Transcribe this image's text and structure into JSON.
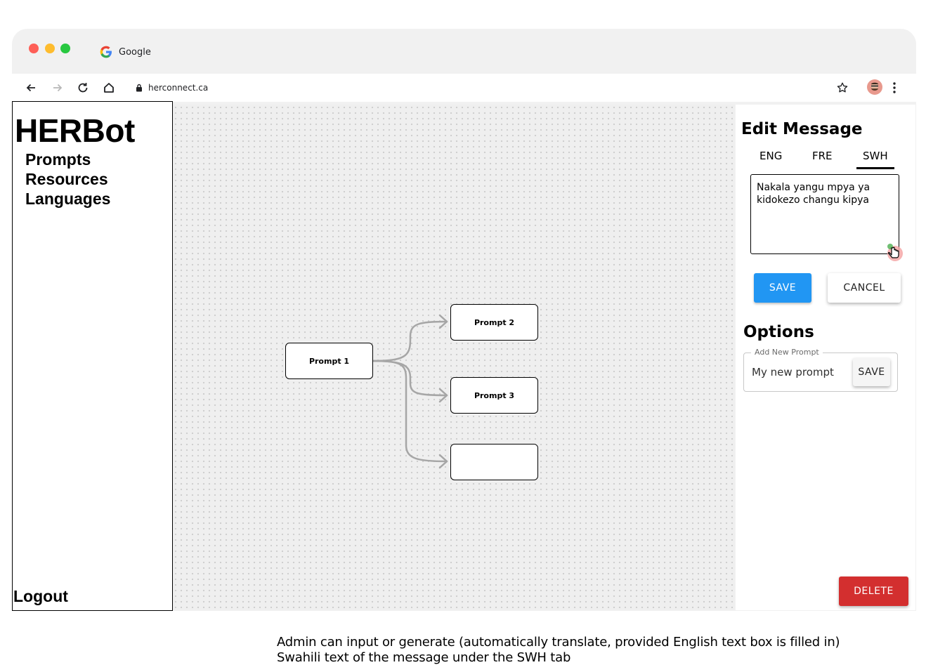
{
  "browser": {
    "tab_title": "Google",
    "url": "herconnect.ca",
    "icons": [
      "back-arrow-icon",
      "forward-arrow-icon",
      "reload-icon",
      "home-icon",
      "lock-icon",
      "star-icon",
      "menu-dots-icon"
    ]
  },
  "sidebar": {
    "brand": "HERBot",
    "items": [
      {
        "label": "Prompts"
      },
      {
        "label": "Resources"
      },
      {
        "label": "Languages"
      }
    ],
    "logout": "Logout"
  },
  "flow": {
    "nodes": [
      {
        "label": "Prompt 1"
      },
      {
        "label": "Prompt 2"
      },
      {
        "label": "Prompt 3"
      },
      {
        "label": ""
      }
    ]
  },
  "editor": {
    "title": "Edit Message",
    "tabs": [
      {
        "label": "ENG",
        "active": false
      },
      {
        "label": "FRE",
        "active": false
      },
      {
        "label": "SWH",
        "active": true
      }
    ],
    "message_text": "Nakala yangu mpya ya kidokezo changu kipya",
    "save_label": "SAVE",
    "cancel_label": "CANCEL"
  },
  "options": {
    "title": "Options",
    "add_prompt_label": "Add New Prompt",
    "add_prompt_value": "My new prompt",
    "save_label": "SAVE",
    "delete_label": "DELETE"
  },
  "caption": {
    "line1": "Admin can input or generate (automatically translate, provided  English text box is filled in)",
    "line2": "Swahili text of the message under the SWH tab"
  },
  "colors": {
    "save_blue": "#2196f3",
    "delete_red": "#d32f2f",
    "canvas_bg": "#efefef"
  }
}
